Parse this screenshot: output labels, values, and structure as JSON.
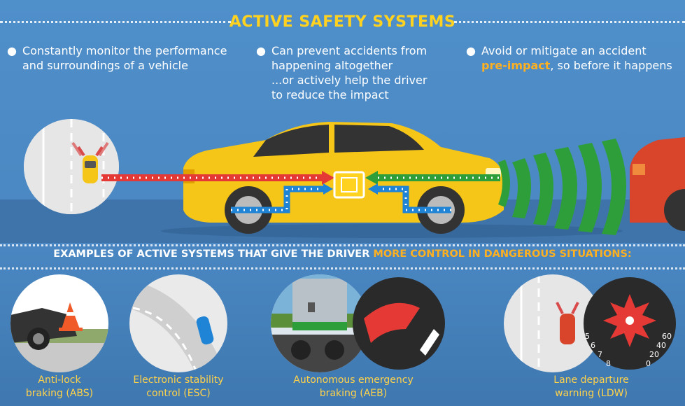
{
  "title": "ACTIVE SAFETY SYSTEMS",
  "bullets": [
    {
      "line1": "Constantly monitor the performance",
      "line2": "and surroundings of a vehicle"
    },
    {
      "line1": "Can prevent accidents from",
      "line2": "happening altogether",
      "line3": "...or actively help the driver",
      "line4": "to reduce the impact"
    },
    {
      "line1": "Avoid or mitigate an accident",
      "highlight": "pre-impact",
      "line2_rest": ", so before it happens"
    }
  ],
  "subtitle": {
    "text": "EXAMPLES OF ACTIVE SYSTEMS THAT GIVE THE DRIVER ",
    "highlight": "MORE CONTROL IN DANGEROUS SITUATIONS:"
  },
  "examples": [
    {
      "line1": "Anti-lock",
      "line2": "braking (ABS)"
    },
    {
      "line1": "Electronic stability",
      "line2": "control (ESC)"
    },
    {
      "line1": "Autonomous emergency",
      "line2": "braking (AEB)"
    },
    {
      "line1": "Lane departure",
      "line2": "warning (LDW)"
    }
  ],
  "gauge": {
    "ticks_left": [
      "5",
      "6",
      "7",
      "8"
    ],
    "ticks_right": [
      "60",
      "40",
      "20",
      "0"
    ]
  },
  "colors": {
    "accent_yellow": "#ffd21f",
    "highlight_orange": "#ffb020",
    "signal_green": "#2e9e3a",
    "car_yellow": "#f5c518",
    "car_red": "#d9452b"
  },
  "icons": [
    "chip-icon",
    "sensor-waves-icon",
    "cone-icon",
    "pedal-icon",
    "warning-star-icon"
  ]
}
